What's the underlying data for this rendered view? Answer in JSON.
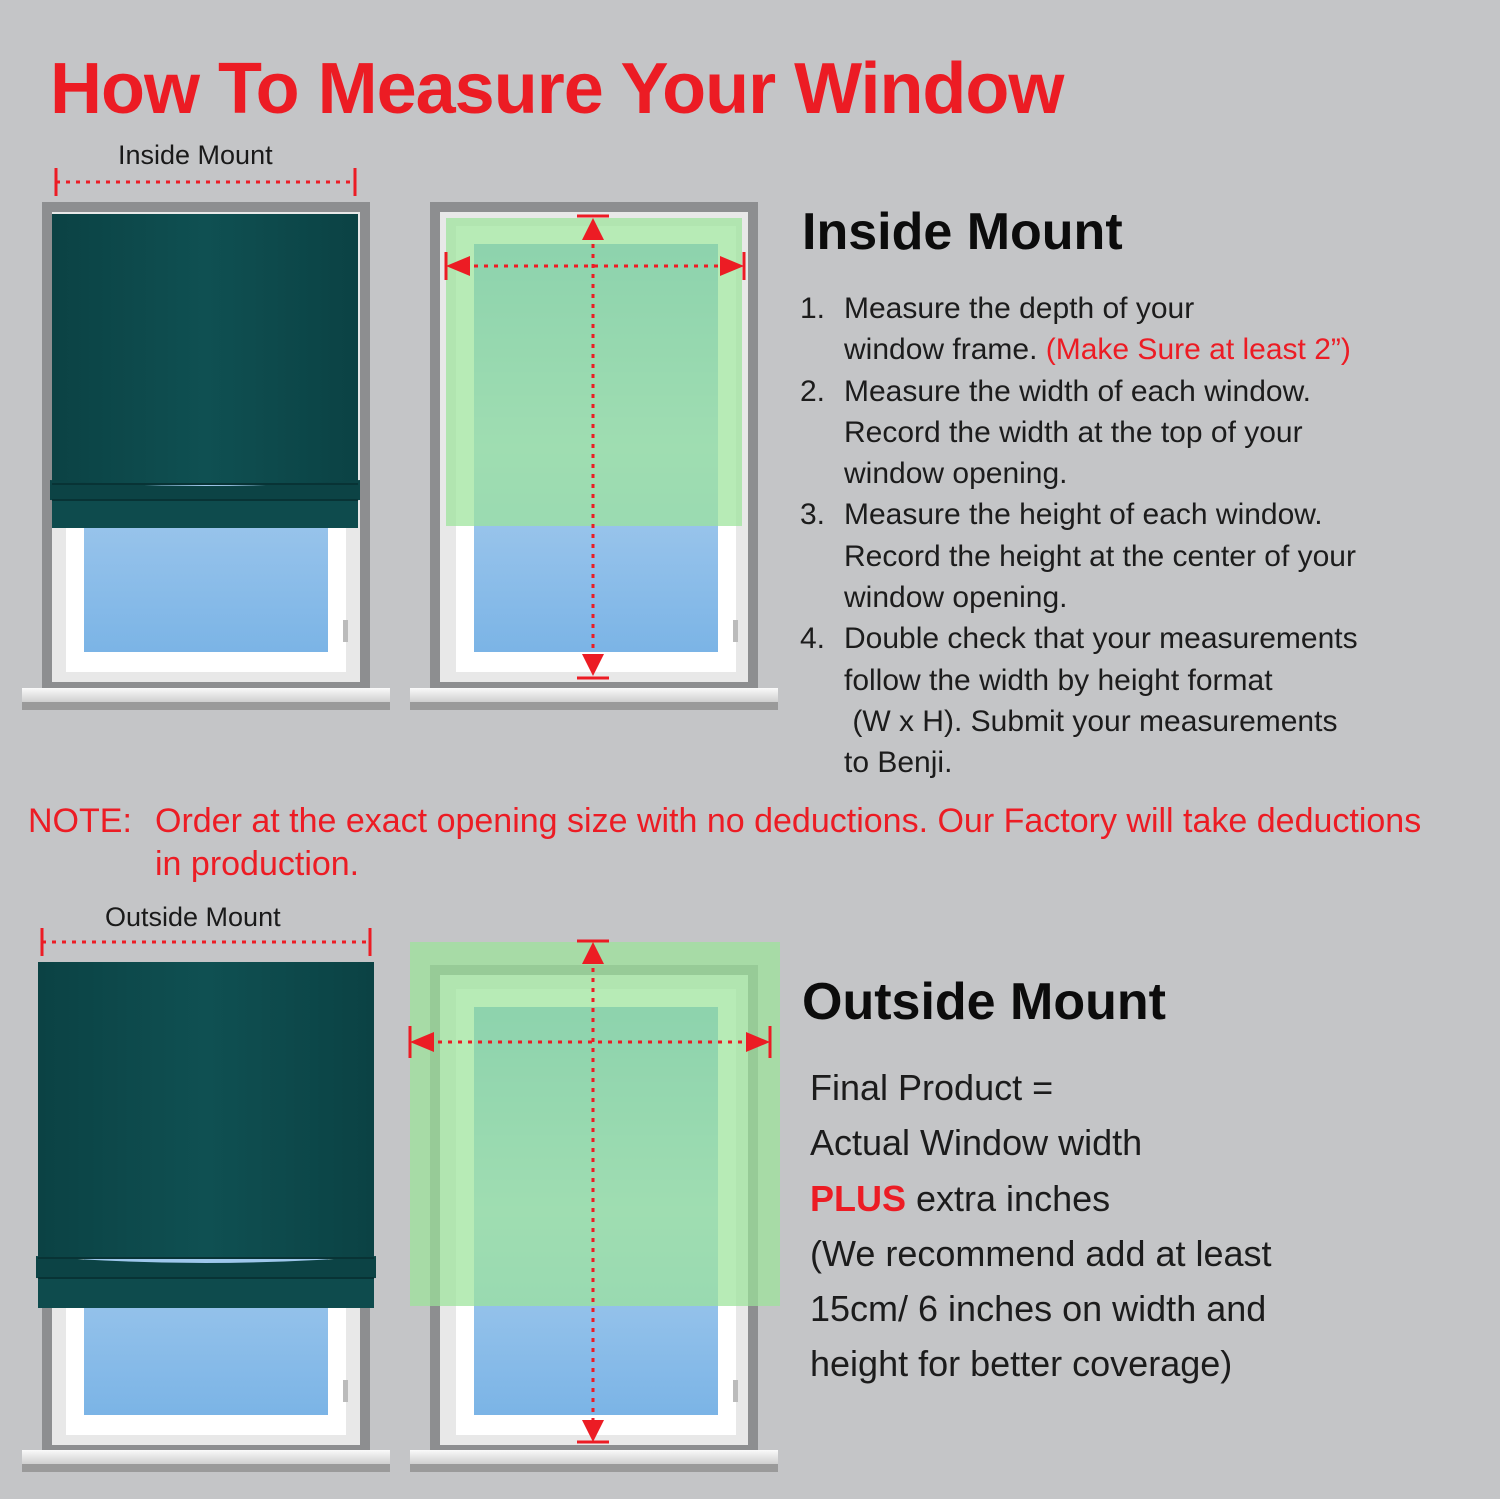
{
  "title": "How To Measure Your Window",
  "inside": {
    "label": "Inside Mount",
    "heading": "Inside Mount",
    "steps": [
      {
        "num": "1.",
        "line1": "Measure the depth of your",
        "line2": "window frame. ",
        "highlight": "(Make Sure at least 2”)"
      },
      {
        "num": "2.",
        "lines": [
          "Measure the width of each window.",
          "Record the width at the top of your",
          "window opening."
        ]
      },
      {
        "num": "3.",
        "lines": [
          "Measure the height of each window.",
          "Record the height at the center of your",
          "window opening."
        ]
      },
      {
        "num": "4.",
        "lines": [
          "Double check that your measurements",
          "follow the width by height format",
          " (W x H). Submit your measurements",
          "to Benji."
        ]
      }
    ]
  },
  "note": {
    "tag": "NOTE:",
    "text": "Order at the exact opening size with no deductions. Our Factory will take deductions in production."
  },
  "outside": {
    "label": "Outside Mount",
    "heading": "Outside Mount",
    "line1": "Final Product =",
    "line2": "Actual Window width",
    "plus": "PLUS",
    "line3_rest": " extra inches",
    "line4": "(We recommend add at least",
    "line5": "15cm/ 6 inches on width and",
    "line6": "height for better coverage)"
  },
  "colors": {
    "accent_red": "#ec1c24",
    "shade_teal": "#0d4a4c",
    "measure_green": "#9be39a",
    "background": "#c4c5c7"
  },
  "icons": [
    "roman-shade",
    "window",
    "measure-arrow"
  ]
}
